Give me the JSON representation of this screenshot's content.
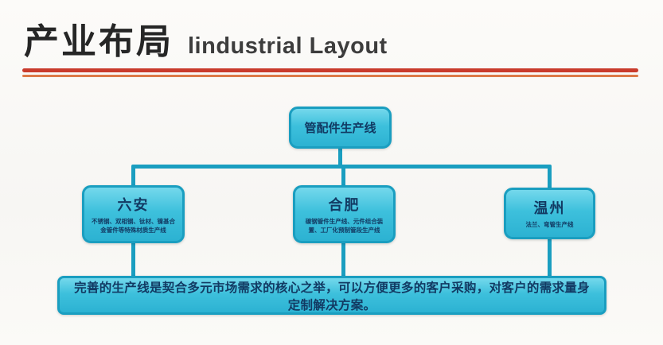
{
  "header": {
    "title_cn": "产业布局",
    "title_en": "lindustrial Layout"
  },
  "diagram": {
    "root": {
      "label": "管配件生产线"
    },
    "nodes": [
      {
        "label": "六安",
        "desc": "不锈钢、双相钢、钛材、镍基合金管件等特殊材质生产线"
      },
      {
        "label": "合肥",
        "desc": "碳钢管件生产线、元件组合装置、工厂化预制管段生产线"
      },
      {
        "label": "温州",
        "desc": "法兰、弯管生产线"
      }
    ],
    "summary": "完善的生产线是契合多元市场需求的核心之举，可以方便更多的客户采购，对客户的需求量身定制解决方案。"
  },
  "colors": {
    "box_fill_top": "#74d8ec",
    "box_fill_bottom": "#2cb2d2",
    "box_border": "#1a9ec0",
    "box_text": "#123a63",
    "divider_red": "#c93b2c",
    "divider_orange": "#dd7a48",
    "connector": "#1a9ec0",
    "title_text": "#262626"
  }
}
